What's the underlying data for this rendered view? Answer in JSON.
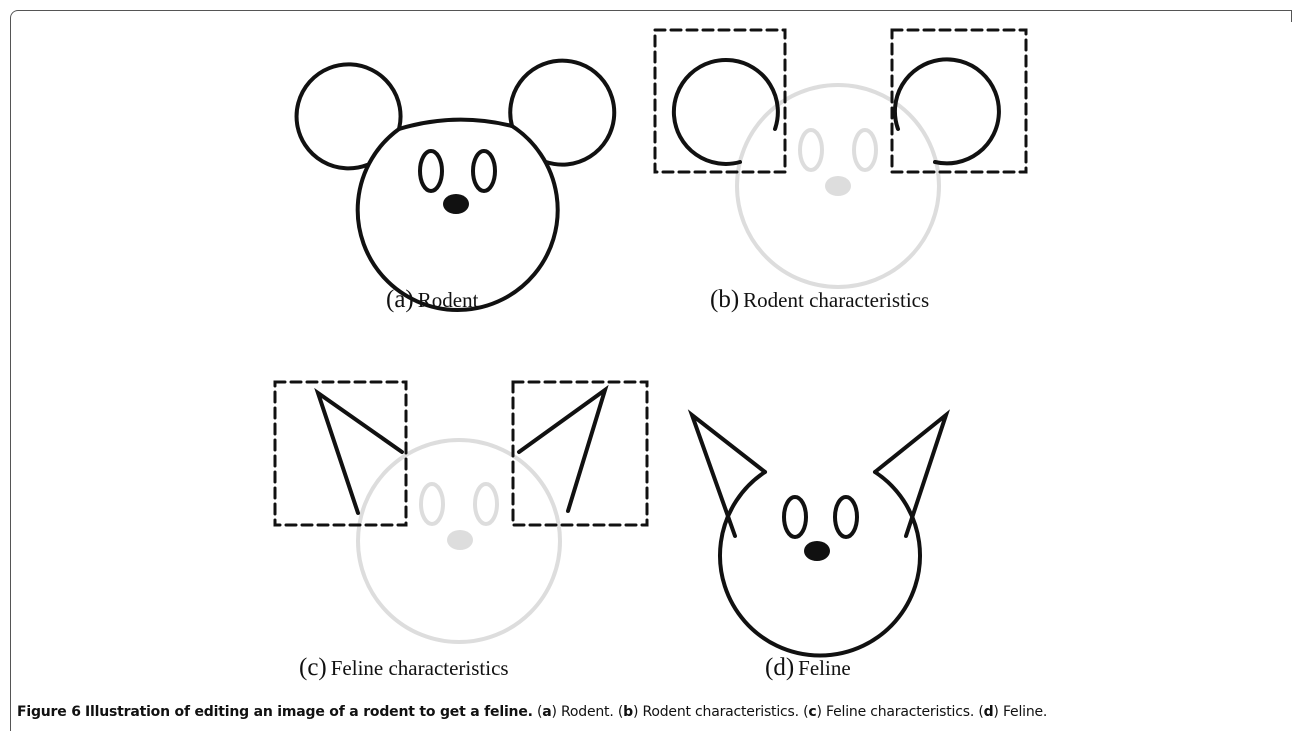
{
  "figure": {
    "label": "Figure 6",
    "title": "Illustration of editing an image of a rodent to get a feline.",
    "caption_parts": [
      {
        "letter": "a",
        "text": "Rodent."
      },
      {
        "letter": "b",
        "text": "Rodent characteristics."
      },
      {
        "letter": "c",
        "text": "Feline characteristics."
      },
      {
        "letter": "d",
        "text": "Feline."
      }
    ]
  },
  "panels": [
    {
      "id": "a",
      "letter": "(a)",
      "name": "Rodent"
    },
    {
      "id": "b",
      "letter": "(b)",
      "name": "Rodent characteristics"
    },
    {
      "id": "c",
      "letter": "(c)",
      "name": "Feline characteristics"
    },
    {
      "id": "d",
      "letter": "(d)",
      "name": "Feline"
    }
  ],
  "colors": {
    "stroke": "#111111",
    "faded": "#dddddd",
    "background": "#ffffff"
  }
}
